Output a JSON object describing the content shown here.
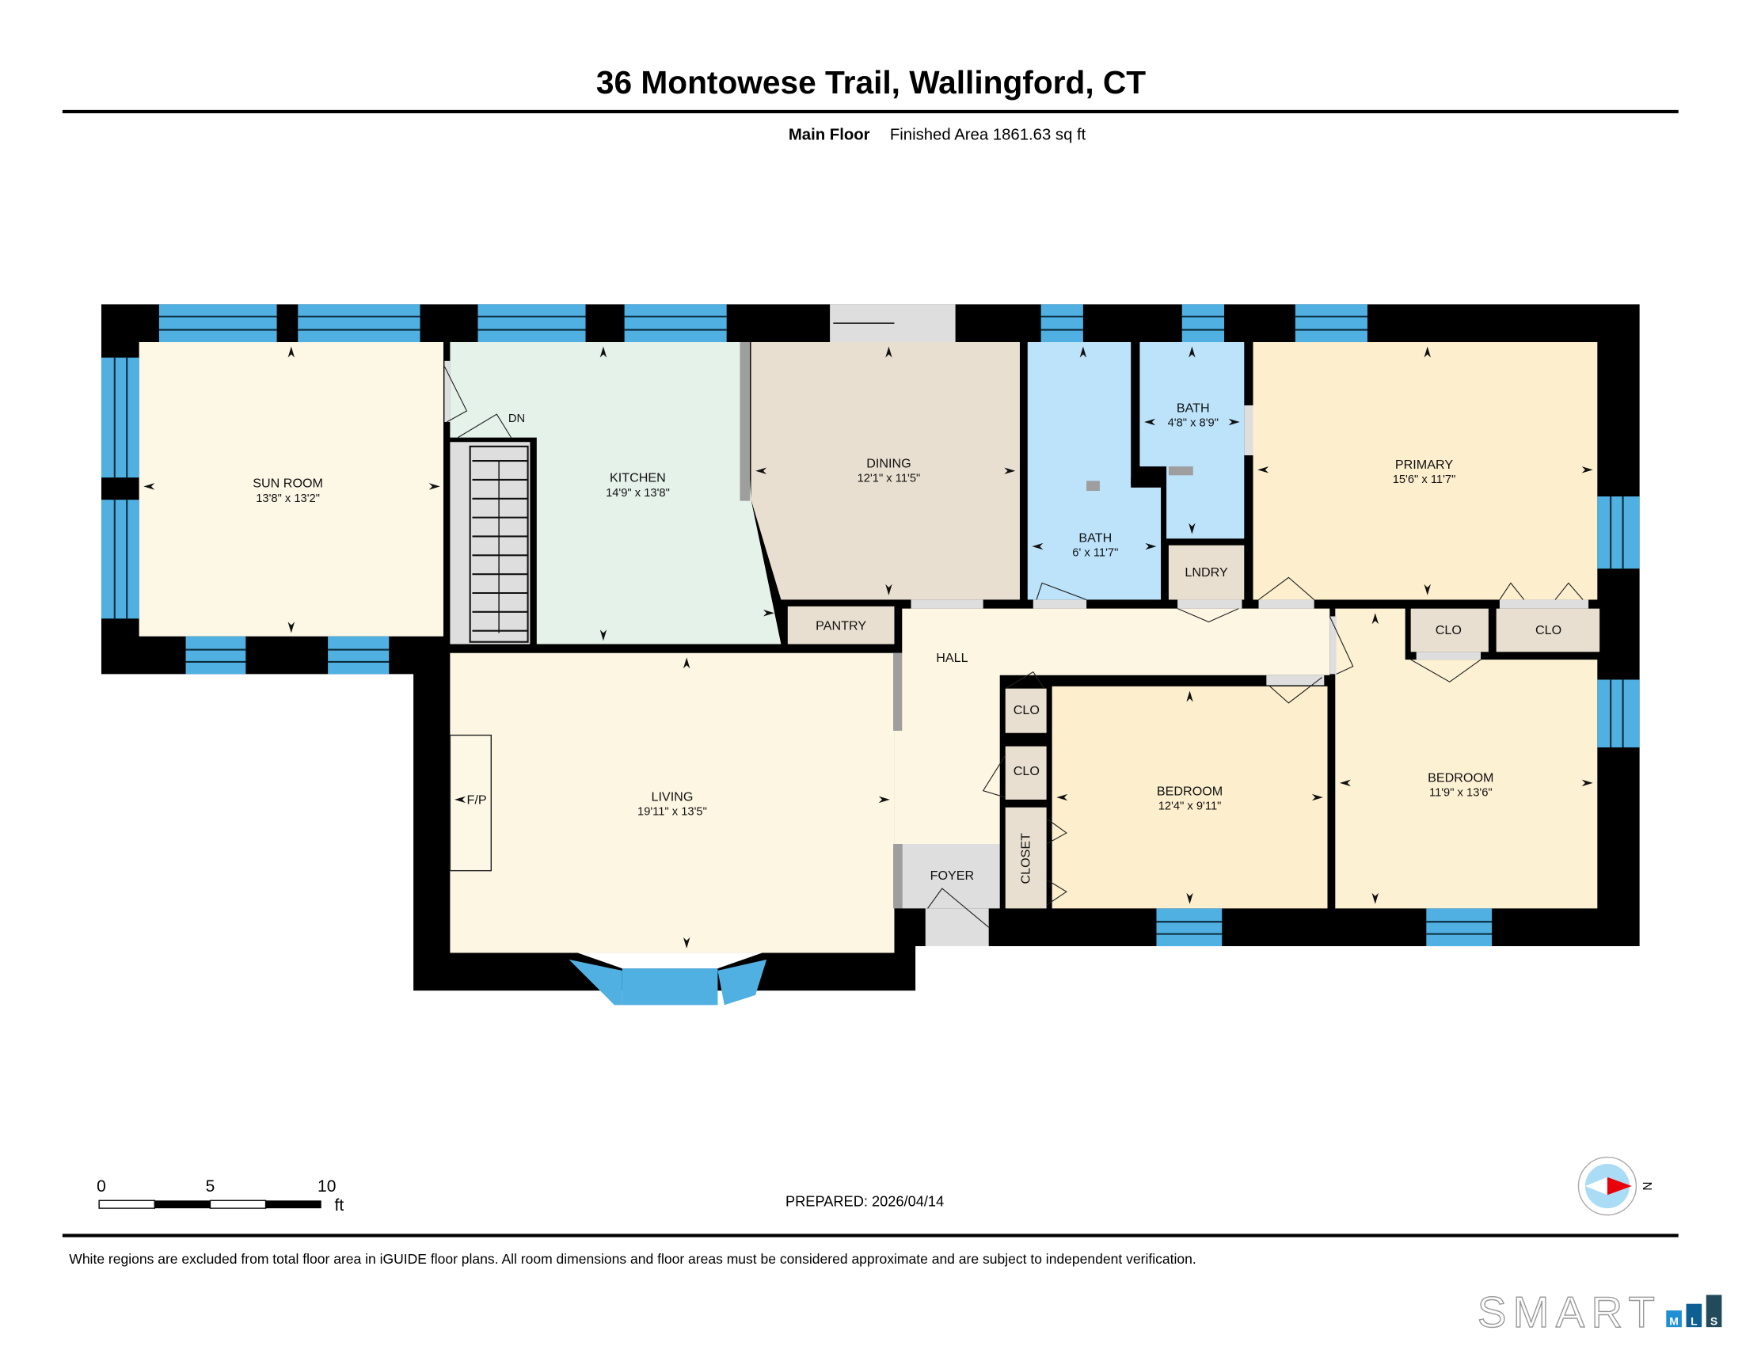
{
  "header": {
    "title": "36 Montowese Trail, Wallingford, CT",
    "floor_name": "Main Floor",
    "finished_area": "Finished Area 1861.63 sq ft"
  },
  "rooms": {
    "sun_room": {
      "name": "SUN ROOM",
      "dims": "13'8\" x 13'2\""
    },
    "kitchen": {
      "name": "KITCHEN",
      "dims": "14'9\" x 13'8\""
    },
    "dining": {
      "name": "DINING",
      "dims": "12'1\" x 11'5\""
    },
    "bath_small": {
      "name": "BATH",
      "dims": "4'8\" x 8'9\""
    },
    "bath_large": {
      "name": "BATH",
      "dims": "6' x 11'7\""
    },
    "primary": {
      "name": "PRIMARY",
      "dims": "15'6\" x 11'7\""
    },
    "laundry": {
      "name": "LNDRY"
    },
    "pantry": {
      "name": "PANTRY"
    },
    "hall": {
      "name": "HALL"
    },
    "living": {
      "name": "LIVING",
      "dims": "19'11\" x 13'5\""
    },
    "fireplace": {
      "name": "F/P"
    },
    "foyer": {
      "name": "FOYER"
    },
    "clo_1": {
      "name": "CLO"
    },
    "clo_2": {
      "name": "CLO"
    },
    "closet": {
      "name": "CLOSET"
    },
    "clo_3": {
      "name": "CLO"
    },
    "clo_4": {
      "name": "CLO"
    },
    "bedroom_1": {
      "name": "BEDROOM",
      "dims": "12'4\" x 9'11\""
    },
    "bedroom_2": {
      "name": "BEDROOM",
      "dims": "11'9\" x 13'6\""
    },
    "stairs": {
      "label": "DN"
    }
  },
  "scale": {
    "ticks": [
      "0",
      "5",
      "10"
    ],
    "unit": "ft"
  },
  "prepared": "PREPARED: 2026/04/14",
  "compass": {
    "label": "N"
  },
  "disclaimer": "White regions are excluded from total floor area in iGUIDE floor plans. All room dimensions and floor areas must be considered approximate and are subject to independent verification.",
  "logo": {
    "word": "SMART",
    "m": "M",
    "l": "L",
    "s": "S"
  },
  "colors": {
    "wall": "#000000",
    "window": "#4fb0e1",
    "bath": "#bde3fb",
    "kitchen": "#e5f2ea",
    "dining": "#e8dfd0",
    "bedroom": "#fdefce",
    "living": "#fdf6e2"
  }
}
